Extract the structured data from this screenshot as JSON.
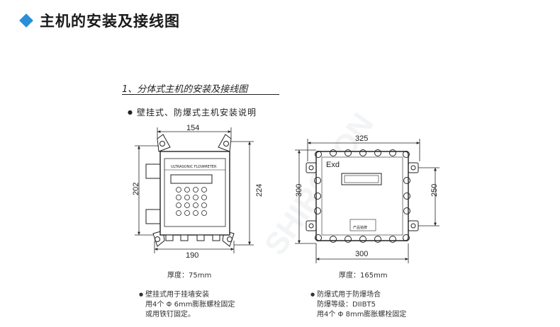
{
  "header": {
    "title": "主机的安装及接线图",
    "accent_color": "#2a8fd6"
  },
  "section": {
    "subtitle": "1、分体式主机的安装及接线图",
    "bullet": "壁挂式、防爆式主机安装说明"
  },
  "wall_unit": {
    "brand_label": "ULTRASONIC FLOWMETER",
    "dim_top": "154",
    "dim_left": "202",
    "dim_right": "224",
    "dim_bottom": "190",
    "thickness": "厚度：75mm",
    "note_line1": "壁挂式用于挂墙安装",
    "note_line2": "用4个 Φ 6mm膨胀螺栓固定",
    "note_line3": "或用铁钉固定。"
  },
  "explosion_unit": {
    "exd_label": "Exd",
    "nameplate_label": "产品铭牌",
    "dim_top": "325",
    "dim_left": "300",
    "dim_right": "250",
    "dim_bottom": "300",
    "thickness": "厚度：165mm",
    "note_line1": "防爆式用于防爆场合",
    "note_line2": "防爆等级：DIIBT5",
    "note_line3": "用4个 Φ 8mm膨胀螺栓固定"
  },
  "watermark": "SHIRCSON"
}
